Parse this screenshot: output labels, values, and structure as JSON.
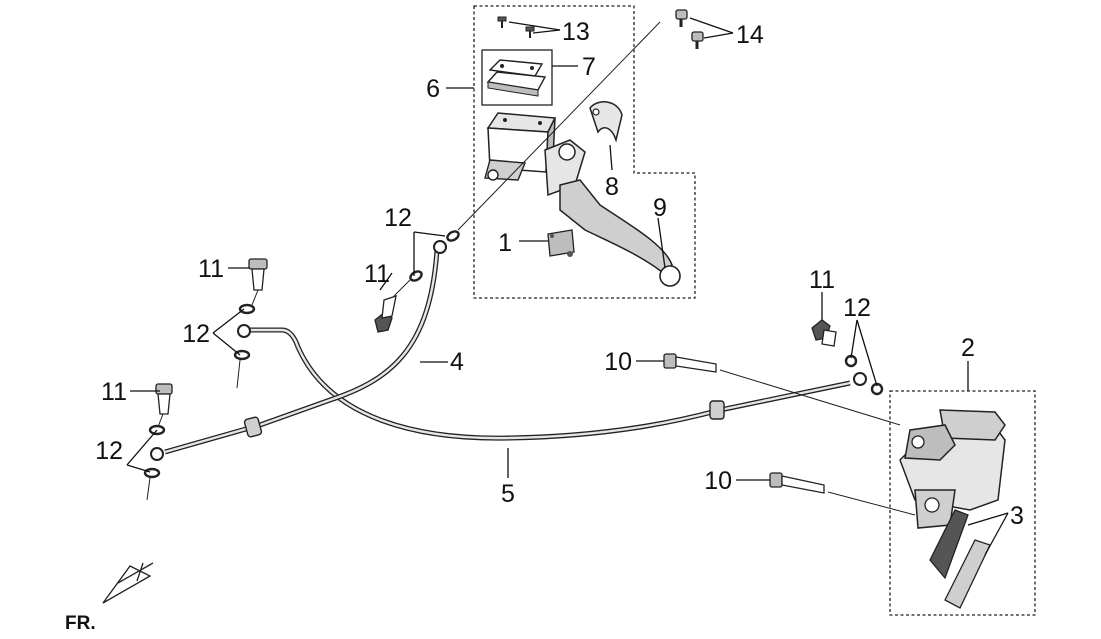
{
  "diagram": {
    "callouts": {
      "c1": "1",
      "c2": "2",
      "c3": "3",
      "c4": "4",
      "c5": "5",
      "c6": "6",
      "c7": "7",
      "c8": "8",
      "c9": "9",
      "c10a": "10",
      "c10b": "10",
      "c11a": "11",
      "c11b": "11",
      "c11c": "11",
      "c11d": "11",
      "c12a": "12",
      "c12b": "12",
      "c12c": "12",
      "c12d": "12",
      "c13": "13",
      "c14": "14"
    },
    "direction_label": "FR.",
    "colors": {
      "line": "#222222",
      "fill_light": "#e6e6e6",
      "fill_mid": "#bdbdbd",
      "fill_dark": "#555555",
      "background": "#ffffff"
    }
  }
}
